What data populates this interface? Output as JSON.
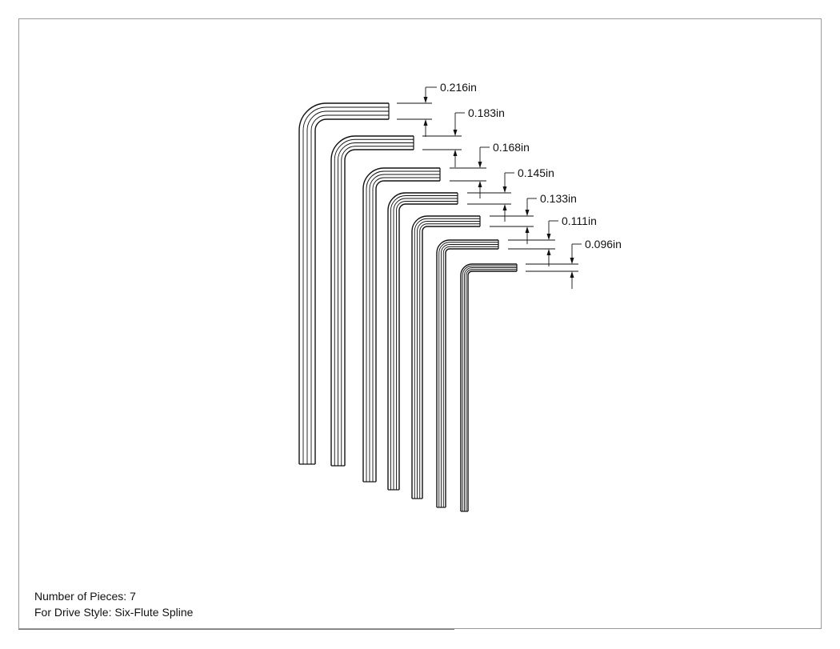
{
  "notes": {
    "pieces_label": "Number of Pieces:",
    "pieces_value": "7",
    "drive_label": "For Drive Style:",
    "drive_value": "Six-Flute Spline"
  },
  "keys": [
    {
      "size": "0.216in"
    },
    {
      "size": "0.183in"
    },
    {
      "size": "0.168in"
    },
    {
      "size": "0.145in"
    },
    {
      "size": "0.133in"
    },
    {
      "size": "0.111in"
    },
    {
      "size": "0.096in"
    }
  ],
  "colors": {
    "line": "#111111",
    "frame": "#9a9a9a"
  }
}
